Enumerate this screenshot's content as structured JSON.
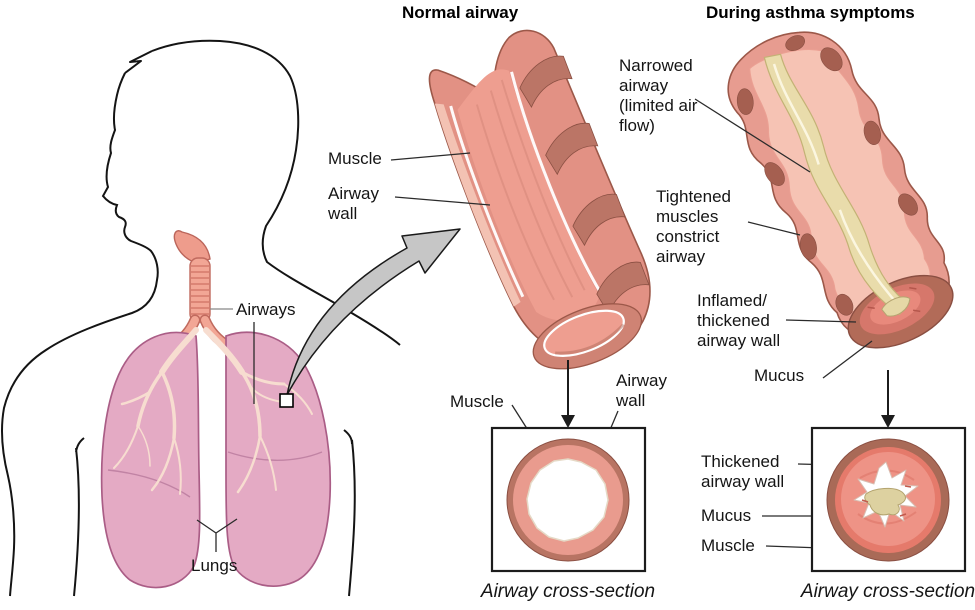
{
  "header": {
    "normal_title": "Normal airway",
    "asthma_title": "During asthma symptoms"
  },
  "body_figure": {
    "airways": "Airways",
    "lungs": "Lungs"
  },
  "normal_airway": {
    "muscle": "Muscle",
    "airway_wall": "Airway wall",
    "cross_section": {
      "muscle": "Muscle",
      "airway_wall": "Airway wall",
      "caption": "Airway cross-section"
    }
  },
  "asthma_airway": {
    "narrowed": "Narrowed airway (limited air flow)",
    "tightened": "Tightened muscles constrict airway",
    "inflamed": "Inflamed/ thickened airway wall",
    "mucus": "Mucus",
    "cross_section": {
      "thickened": "Thickened airway wall",
      "mucus": "Mucus",
      "muscle": "Muscle",
      "caption": "Airway cross-section"
    }
  },
  "colors": {
    "lung_pink": "#e4aac4",
    "lung_outline": "#aa5d86",
    "airway_salmon": "#e79c90",
    "muscle_band_brown": "#bb7566",
    "mucus_cream": "#e9dcab",
    "magnifier_arrow_gray": "#c6c6c6",
    "outline_black": "#141414"
  }
}
